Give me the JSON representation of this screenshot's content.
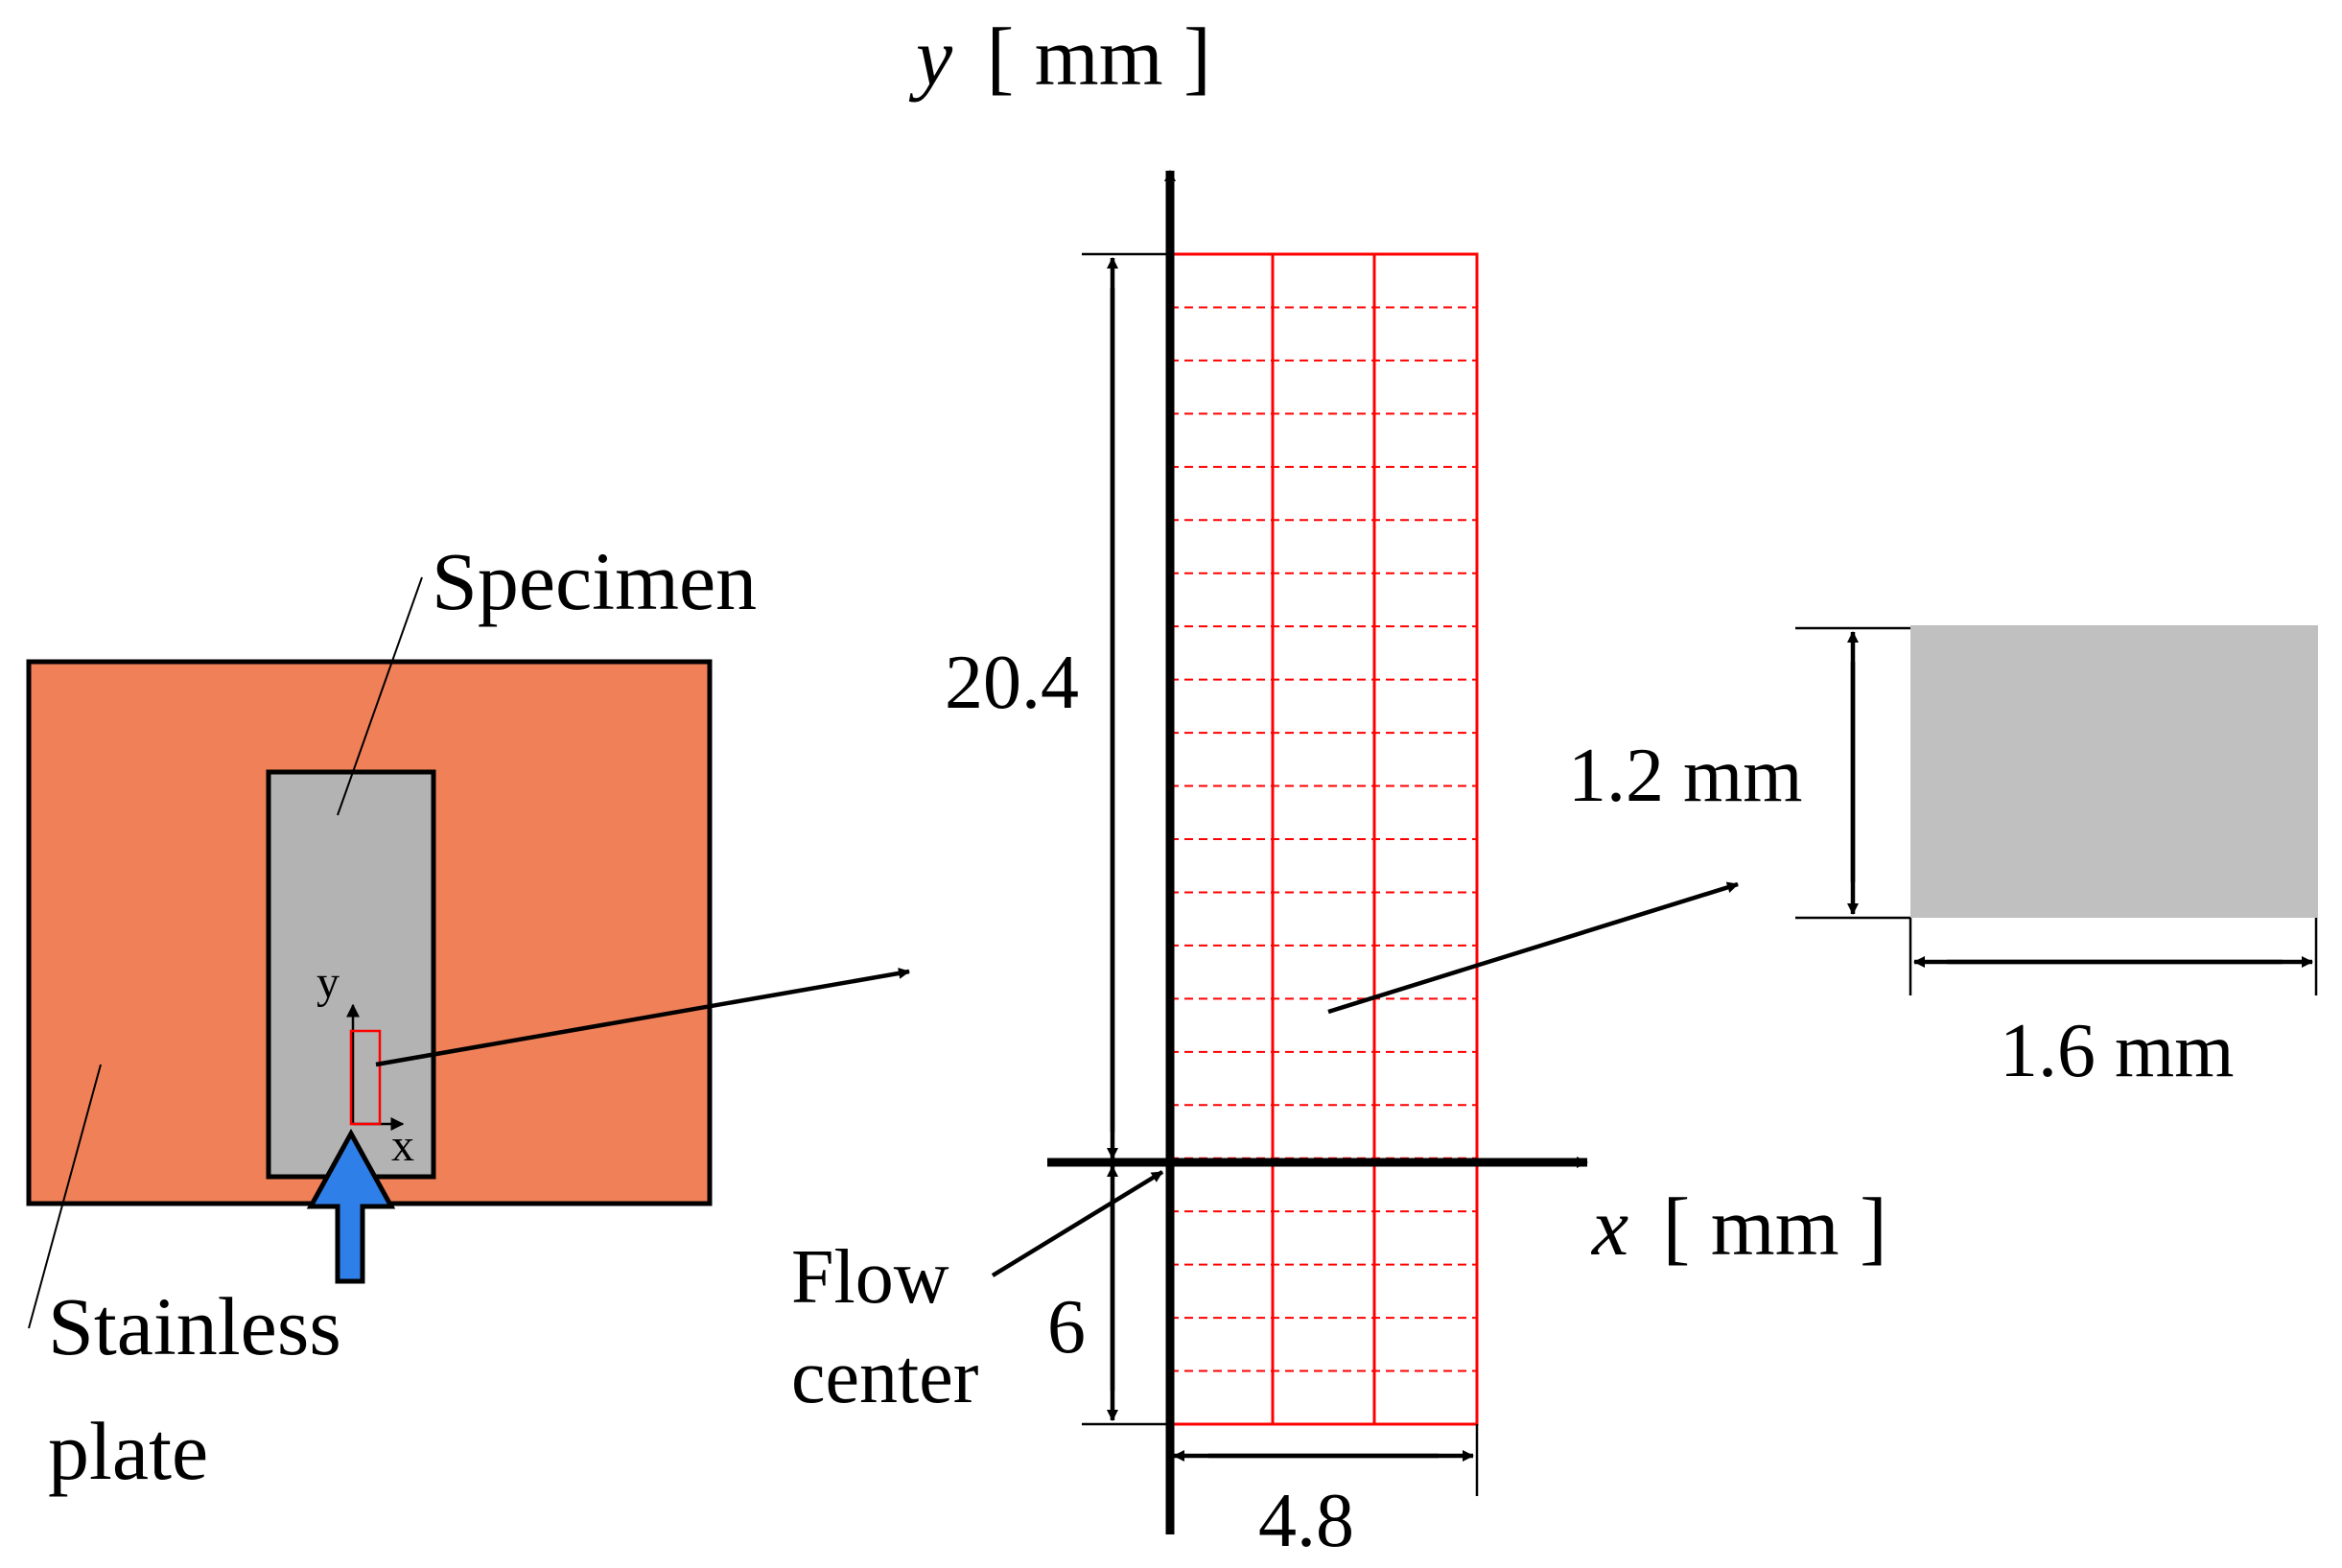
{
  "labels": {
    "specimen": "Specimen",
    "stainless_line1": "Stainless",
    "stainless_line2": "plate",
    "small_axis_y": "y",
    "small_axis_x": "x",
    "flow_center_line1": "Flow",
    "flow_center_line2": "center"
  },
  "axes": {
    "y_var": "y",
    "y_unit": "[ mm ]",
    "x_var": "x",
    "x_unit": "[ mm ]"
  },
  "dimensions": {
    "height_above": "20.4",
    "height_below": "6",
    "width": "4.8",
    "cell_height": "1.2 mm",
    "cell_width": "1.6 mm"
  },
  "colors": {
    "plate": "#f08058",
    "specimen": "#b3b3b3",
    "cell": "#c0c0c0",
    "grid": "#ff0000",
    "flow_arrow": "#2f7fe8"
  }
}
